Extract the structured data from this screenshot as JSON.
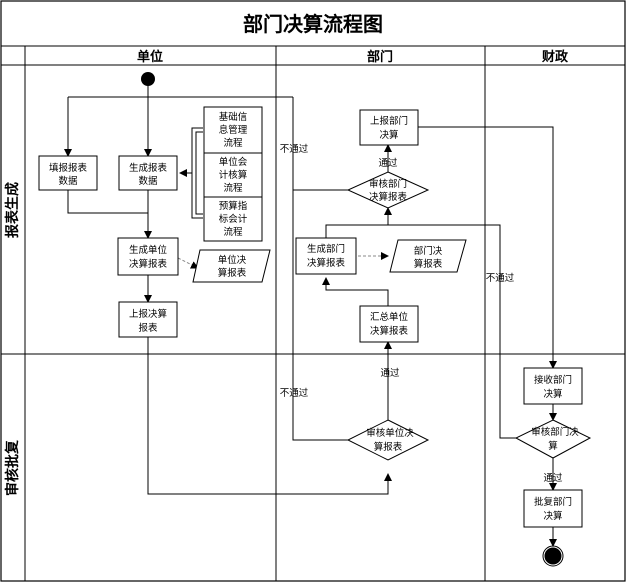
{
  "title": "部门决算流程图",
  "lanes": {
    "unit": "单位",
    "department": "部门",
    "finance": "财政"
  },
  "phases": {
    "report_generation": "报表生成",
    "review_approval": "审核批复"
  },
  "nodes": {
    "fill_report_data": [
      "填报报表",
      "数据"
    ],
    "generate_report_data": [
      "生成报表",
      "数据"
    ],
    "basic_info_process": [
      "基础信",
      "息管理",
      "流程"
    ],
    "unit_accounting_process": [
      "单位会",
      "计核算",
      "流程"
    ],
    "budget_index_process": [
      "预算指",
      "标会计",
      "流程"
    ],
    "generate_unit_report": [
      "生成单位",
      "决算报表"
    ],
    "unit_report_doc": [
      "单位决",
      "算报表"
    ],
    "submit_unit_report": [
      "上报决算",
      "报表"
    ],
    "submit_dept_report": [
      "上报部门",
      "决算"
    ],
    "review_dept_report": [
      "审核部门",
      "决算报表"
    ],
    "generate_dept_report": [
      "生成部门",
      "决算报表"
    ],
    "dept_report_doc": [
      "部门决",
      "算报表"
    ],
    "summarize_unit_reports": [
      "汇总单位",
      "决算报表"
    ],
    "review_unit_report": [
      "审核单位决",
      "算报表"
    ],
    "receive_dept_report": [
      "接收部门",
      "决算"
    ],
    "review_dept_final": [
      "审核部门决",
      "算"
    ],
    "approve_dept_report": [
      "批复部门",
      "决算"
    ]
  },
  "edges": {
    "fail_left": "不通过",
    "pass_review_dept": "通过",
    "fail_finance": "不通过",
    "pass_unit_review": "通过",
    "fail_unit_review": "不通过",
    "pass_finance": "通过"
  }
}
